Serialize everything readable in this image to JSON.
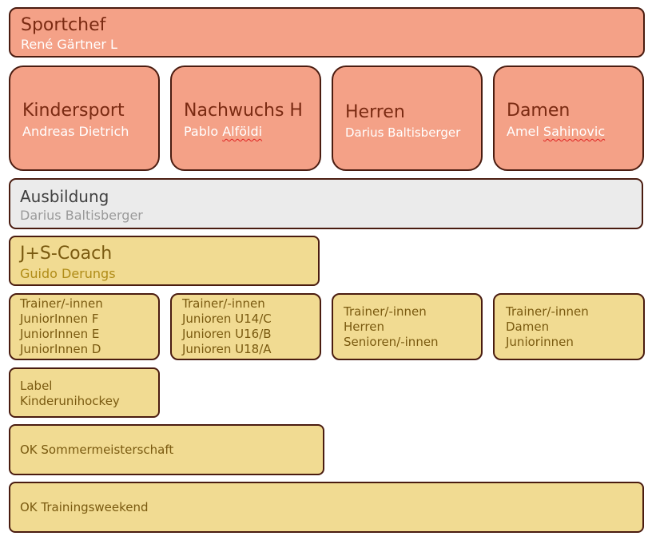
{
  "sportchef": {
    "title": "Sportchef",
    "name": "René Gärtner L"
  },
  "departments": [
    {
      "title": "Kindersport",
      "name": "Andreas Dietrich"
    },
    {
      "title": "Nachwuchs H",
      "name_first": "Pablo",
      "name_last": "Alföldi"
    },
    {
      "title": "Herren",
      "name": "Darius Baltisberger"
    },
    {
      "title": "Damen",
      "name_first": "Amel",
      "name_last": "Sahinovic"
    }
  ],
  "ausbildung": {
    "title": "Ausbildung",
    "name": "Darius Baltisberger"
  },
  "coach": {
    "title": "J+S-Coach",
    "name": "Guido Derungs"
  },
  "trainer_groups": [
    {
      "lines": [
        "Trainer/-innen",
        "JuniorInnen F",
        "JuniorInnen E",
        "JuniorInnen D"
      ]
    },
    {
      "lines": [
        "Trainer/-innen",
        "Junioren U14/C",
        "Junioren U16/B",
        "Junioren U18/A"
      ]
    },
    {
      "lines": [
        "Trainer/-innen",
        "Herren",
        "Senioren/-innen"
      ]
    },
    {
      "lines": [
        "Trainer/-innen",
        "Damen",
        "Juniorinnen"
      ]
    }
  ],
  "label": {
    "lines": [
      "Label",
      "Kinderunihockey"
    ]
  },
  "ok_sommer": {
    "label": "OK Sommermeisterschaft"
  },
  "ok_training": {
    "label": "OK Trainingsweekend"
  }
}
